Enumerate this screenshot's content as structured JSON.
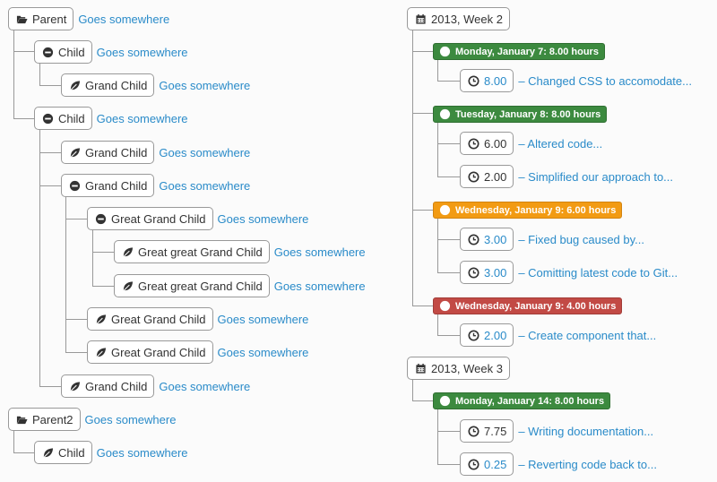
{
  "colors": {
    "line": "#999999",
    "link": "#2a8bc9",
    "badge_green": "#3c8a3f",
    "badge_orange": "#f29b13",
    "badge_red": "#c24a45"
  },
  "left_tree": {
    "parent": {
      "label": "Parent",
      "link": "Goes somewhere",
      "icon": "folder-open-icon"
    },
    "child_1": {
      "label": "Child",
      "link": "Goes somewhere",
      "icon": "minus-circle-icon"
    },
    "grand_child_1": {
      "label": "Grand Child",
      "link": "Goes somewhere",
      "icon": "leaf-icon"
    },
    "child_2": {
      "label": "Child",
      "link": "Goes somewhere",
      "icon": "minus-circle-icon"
    },
    "grand_child_2": {
      "label": "Grand Child",
      "link": "Goes somewhere",
      "icon": "leaf-icon"
    },
    "grand_child_3": {
      "label": "Grand Child",
      "link": "Goes somewhere",
      "icon": "minus-circle-icon"
    },
    "great_grand_child_1": {
      "label": "Great Grand Child",
      "link": "Goes somewhere",
      "icon": "minus-circle-icon"
    },
    "great_great_1": {
      "label": "Great great Grand Child",
      "link": "Goes somewhere",
      "icon": "leaf-icon"
    },
    "great_great_2": {
      "label": "Great great Grand Child",
      "link": "Goes somewhere",
      "icon": "leaf-icon"
    },
    "great_grand_child_2": {
      "label": "Great Grand Child",
      "link": "Goes somewhere",
      "icon": "leaf-icon"
    },
    "great_grand_child_3": {
      "label": "Great Grand Child",
      "link": "Goes somewhere",
      "icon": "leaf-icon"
    },
    "grand_child_4": {
      "label": "Grand Child",
      "link": "Goes somewhere",
      "icon": "leaf-icon"
    },
    "parent2": {
      "label": "Parent2",
      "link": "Goes somewhere",
      "icon": "folder-open-icon"
    },
    "parent2_child": {
      "label": "Child",
      "link": "Goes somewhere",
      "icon": "leaf-icon"
    }
  },
  "right_tree": {
    "week2": {
      "label": "2013, Week 2",
      "icon": "calendar-icon"
    },
    "mon7": {
      "label": "Monday, January 7: 8.00 hours",
      "color": "green",
      "icon": "minus-circle-icon"
    },
    "mon7_e1": {
      "hours": "8.00",
      "text": "– Changed CSS to accomodate...",
      "hours_color": "blue",
      "icon": "clock-icon"
    },
    "tue8": {
      "label": "Tuesday, January 8: 8.00 hours",
      "color": "green",
      "icon": "minus-circle-icon"
    },
    "tue8_e1": {
      "hours": "6.00",
      "text": "– Altered code...",
      "hours_color": "dark",
      "icon": "clock-icon"
    },
    "tue8_e2": {
      "hours": "2.00",
      "text": "– Simplified our approach to...",
      "hours_color": "dark",
      "icon": "clock-icon"
    },
    "wed9a": {
      "label": "Wednesday, January 9: 6.00 hours",
      "color": "orange",
      "icon": "minus-circle-icon"
    },
    "wed9a_e1": {
      "hours": "3.00",
      "text": "– Fixed bug caused by...",
      "hours_color": "blue",
      "icon": "clock-icon"
    },
    "wed9a_e2": {
      "hours": "3.00",
      "text": "– Comitting latest code to Git...",
      "hours_color": "blue",
      "icon": "clock-icon"
    },
    "wed9b": {
      "label": "Wednesday, January 9: 4.00 hours",
      "color": "red",
      "icon": "minus-circle-icon"
    },
    "wed9b_e1": {
      "hours": "2.00",
      "text": "– Create component that...",
      "hours_color": "blue",
      "icon": "clock-icon"
    },
    "week3": {
      "label": "2013, Week 3",
      "icon": "calendar-icon"
    },
    "mon14": {
      "label": "Monday, January 14: 8.00 hours",
      "color": "green",
      "icon": "minus-circle-icon"
    },
    "mon14_e1": {
      "hours": "7.75",
      "text": "– Writing documentation...",
      "hours_color": "dark",
      "icon": "clock-icon"
    },
    "mon14_e2": {
      "hours": "0.25",
      "text": "– Reverting code back to...",
      "hours_color": "blue",
      "icon": "clock-icon"
    }
  }
}
